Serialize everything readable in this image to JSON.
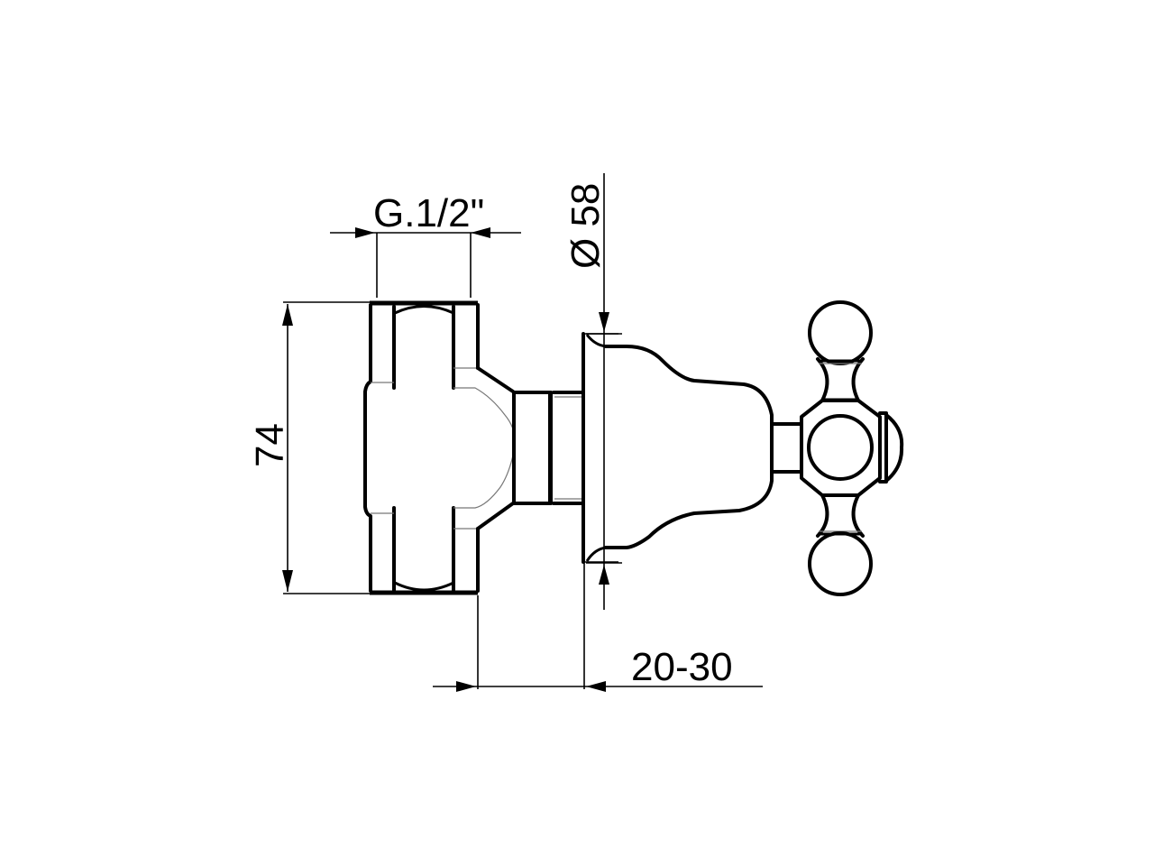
{
  "drawing": {
    "subject": "Concealed shut-off valve with cross handle, side view",
    "colors": {
      "line": "#000000",
      "background": "#ffffff"
    }
  },
  "dimensions": {
    "thread": {
      "label": "G.1/2\"",
      "orientation": "horizontal"
    },
    "diameter": {
      "label": "Ø 58",
      "orientation": "vertical"
    },
    "height": {
      "label": "74",
      "orientation": "vertical"
    },
    "depth": {
      "label": "20-30",
      "orientation": "horizontal"
    }
  }
}
